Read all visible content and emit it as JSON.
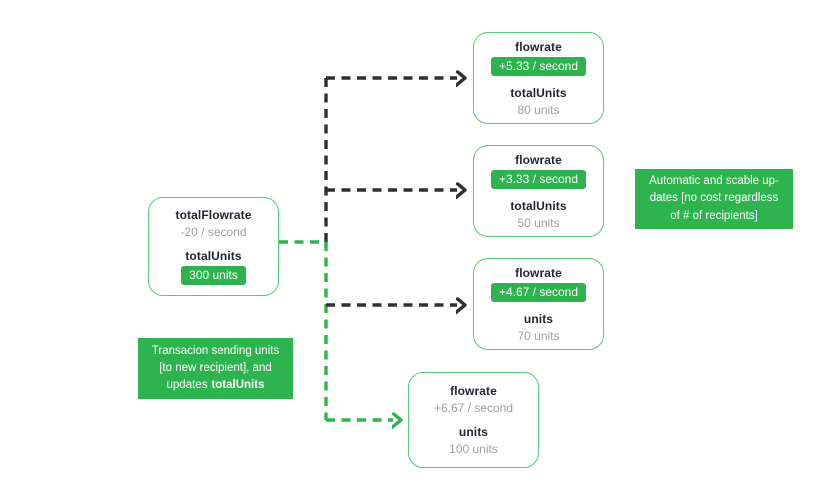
{
  "colors": {
    "green": "#2db44e",
    "node_border_green": "#55ca74",
    "connector_black": "#2f2f2f",
    "text_dark": "#1f2430",
    "text_gray": "#9e9e9e",
    "white": "#ffffff"
  },
  "source_box": {
    "flowrate_label": "totalFlowrate",
    "flowrate_value": "-20 / second",
    "units_label": "totalUnits",
    "units_value": "300 units",
    "units_badge": true
  },
  "recipient_boxes": [
    {
      "flowrate_label": "flowrate",
      "flowrate_value": "+5.33 / second",
      "flowrate_badge": true,
      "units_label": "totalUnits",
      "units_value": "80 units"
    },
    {
      "flowrate_label": "flowrate",
      "flowrate_value": "+3.33 / second",
      "flowrate_badge": true,
      "units_label": "totalUnits",
      "units_value": "50 units"
    },
    {
      "flowrate_label": "flowrate",
      "flowrate_value": "+4.67 / second",
      "flowrate_badge": true,
      "units_label": "units",
      "units_value": "70 units"
    },
    {
      "flowrate_label": "flowrate",
      "flowrate_value": "+6.67 / second",
      "flowrate_badge": false,
      "units_label": "units",
      "units_value": "100 units"
    }
  ],
  "annotations": {
    "auto_updates": {
      "lines": {
        "0": "Automatic and scable up-",
        "1": "dates [no cost regardless",
        "2": "of # of recipients]"
      }
    },
    "transaction": {
      "lines": {
        "0": "Transacion sending units",
        "1": "[to new recipient], and"
      },
      "line3_prefix": "updates",
      "line3_bold": "totalUnits"
    }
  }
}
